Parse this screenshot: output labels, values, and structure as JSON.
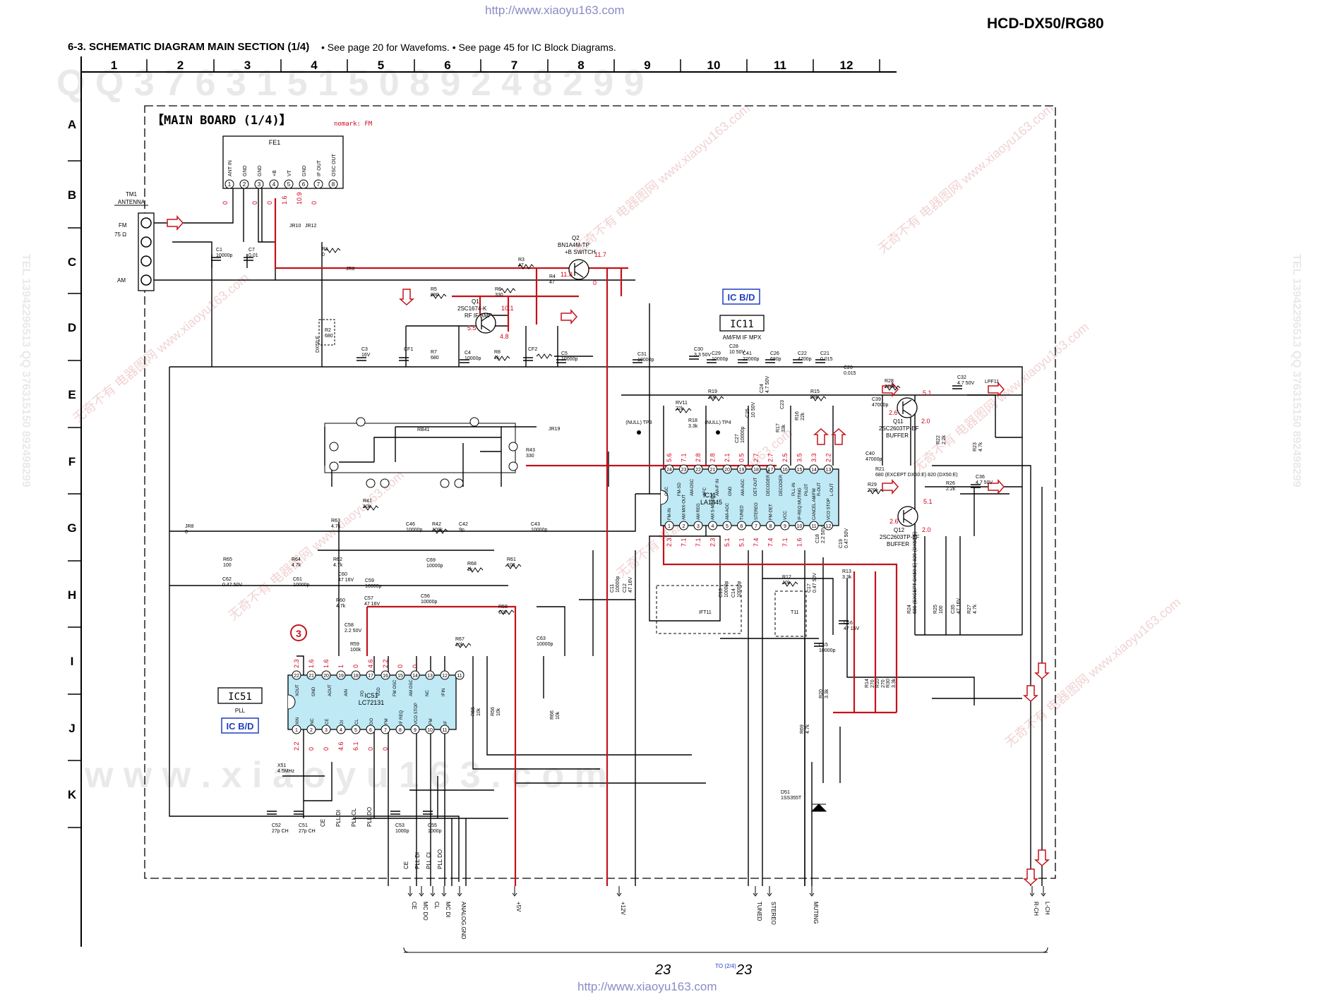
{
  "header": {
    "url_top": "http://www.xiaoyu163.com",
    "model": "HCD-DX50/RG80",
    "section_title": "6-3.   SCHEMATIC DIAGRAM MAIN SECTION (1/4)",
    "notes": "• See page 20 for Wavefoms.  • See page 45 for IC Block Diagrams."
  },
  "grid": {
    "columns": [
      "1",
      "2",
      "3",
      "4",
      "5",
      "6",
      "7",
      "8",
      "9",
      "10",
      "11",
      "12"
    ],
    "rows": [
      "A",
      "B",
      "C",
      "D",
      "E",
      "F",
      "G",
      "H",
      "I",
      "J",
      "K"
    ]
  },
  "board": {
    "title": "【MAIN BOARD (1/4)】",
    "nomark": "nomark: FM"
  },
  "fe1": {
    "ref": "FE1",
    "pins": [
      "1",
      "2",
      "3",
      "4",
      "5",
      "6",
      "7",
      "8"
    ],
    "pin_names": [
      "ANT IN",
      "GND",
      "GND",
      "+B",
      "VT",
      "GND",
      "IF OUT",
      "OSC OUT"
    ],
    "voltages": [
      "0",
      "0",
      "0",
      "1.6",
      "10.9",
      "0"
    ]
  },
  "antenna": {
    "ref": "TM1",
    "label": "ANTENNA",
    "fm": "FM",
    "ohm": "75 Ω",
    "am": "AM"
  },
  "ic11": {
    "ref": "IC11",
    "sub": "AM/FM IF MPX",
    "part": "LA1845",
    "bd": "IC B/D",
    "top_pins": [
      "24",
      "23",
      "22",
      "21",
      "20",
      "19",
      "18",
      "17",
      "16",
      "15",
      "14",
      "13"
    ],
    "bottom_pins": [
      "1",
      "2",
      "3",
      "4",
      "5",
      "6",
      "7",
      "8",
      "9",
      "10",
      "11",
      "12"
    ],
    "top_functions": [
      "OSC",
      "FM-SD",
      "AM-OSC",
      "AFC",
      "AM-IF IN",
      "GND",
      "AM-AGC",
      "DET-OUT",
      "DECODER IN",
      "DECODER",
      "PLL-IN",
      "PILOT",
      "R-OUT",
      "L-OUT"
    ],
    "bottom_functions": [
      "FM-IN",
      "AM MIX-OUT",
      "AM REG",
      "AM S-METER",
      "AM-AGC",
      "TUNED",
      "STEREO",
      "FM-DET",
      "VCC",
      "IF-REQ MUTING",
      "CANCEL AM/FM",
      "VCO STOP"
    ],
    "top_voltages": [
      "5.6",
      "7.1",
      "2.8",
      "2.8",
      "2.1",
      "0.5",
      "2.7",
      "2.7",
      "2.5",
      "3.5",
      "3.3",
      "2.2"
    ],
    "bottom_voltages": [
      "2.3",
      "7.1",
      "7.1",
      "2.3",
      "5.1",
      "5.1",
      "7.4",
      "7.4",
      "7.1",
      "1.6"
    ]
  },
  "ic51": {
    "ref": "IC51",
    "sub": "PLL",
    "part": "LC72131",
    "bd": "IC B/D",
    "marker": "3",
    "top_pins": [
      "22",
      "21",
      "20",
      "19",
      "18",
      "17",
      "16",
      "15",
      "14",
      "13",
      "12",
      "11"
    ],
    "bottom_pins": [
      "1",
      "2",
      "3",
      "4",
      "5",
      "6",
      "7",
      "8",
      "9",
      "10",
      "11"
    ],
    "top_functions": [
      "XOUT",
      "GND",
      "AOUT",
      "AIN",
      "PD",
      "VDD",
      "FM OSC",
      "AM OSC",
      "NC",
      "IFIN"
    ],
    "bottom_functions": [
      "XIN",
      "NC",
      "CE",
      "DI",
      "CL",
      "DO",
      "FM",
      "IF REQ",
      "VCO STOP",
      "FM",
      "IF"
    ],
    "top_voltages": [
      "2.3",
      "1.6",
      "1.6",
      "1",
      "0",
      "4.6",
      "2.2",
      "0",
      "0"
    ],
    "bottom_voltages": [
      "2.2",
      "0",
      "0",
      "4.6",
      "6.1",
      "0",
      "0"
    ]
  },
  "transistors": [
    {
      "ref": "Q1",
      "part": "2SC1674-K",
      "desc": "RF IF AMP",
      "v": [
        "10.1",
        "5.5",
        "4.8"
      ]
    },
    {
      "ref": "Q2",
      "part": "BN1A4M-TP",
      "desc": "+B SWITCH",
      "v": [
        "11.7",
        "11.8",
        "0"
      ]
    },
    {
      "ref": "Q11",
      "part": "2SC2603TP-EF",
      "desc": "BUFFER",
      "v": [
        "5.1",
        "2.6",
        "2.0"
      ]
    },
    {
      "ref": "Q12",
      "part": "2SC2603TP-EF",
      "desc": "BUFFER",
      "v": [
        "5.1",
        "2.6",
        "2.0"
      ]
    }
  ],
  "components": [
    {
      "ref": "C1",
      "val": "10000p"
    },
    {
      "ref": "C7",
      "val": "0.01"
    },
    {
      "ref": "R1",
      "val": "0"
    },
    {
      "ref": "JR6",
      "val": ""
    },
    {
      "ref": "JR10",
      "val": ""
    },
    {
      "ref": "JR12",
      "val": ""
    },
    {
      "ref": "R3",
      "val": "47"
    },
    {
      "ref": "R4",
      "val": "47"
    },
    {
      "ref": "R5",
      "val": "680"
    },
    {
      "ref": "R6",
      "val": "330"
    },
    {
      "ref": "R7",
      "val": "680"
    },
    {
      "ref": "R8",
      "val": "1k"
    },
    {
      "ref": "C3",
      "val": "16V"
    },
    {
      "ref": "C4",
      "val": "10000p"
    },
    {
      "ref": "C5",
      "val": "10000p"
    },
    {
      "ref": "CF1",
      "val": ""
    },
    {
      "ref": "CF2",
      "val": ""
    },
    {
      "ref": "R2",
      "val": "680"
    },
    {
      "ref": "C31",
      "val": "10000p"
    },
    {
      "ref": "C30",
      "val": "3.3 50V"
    },
    {
      "ref": "C29",
      "val": "10000p"
    },
    {
      "ref": "C28",
      "val": "10 50V"
    },
    {
      "ref": "C41",
      "val": "22000p"
    },
    {
      "ref": "C26",
      "val": "680p"
    },
    {
      "ref": "C22",
      "val": "4700p"
    },
    {
      "ref": "C21",
      "val": "0.015"
    },
    {
      "ref": "C20",
      "val": "0.015"
    },
    {
      "ref": "RV11",
      "val": "22k"
    },
    {
      "ref": "R19",
      "val": "10k"
    },
    {
      "ref": "R18",
      "val": "3.3k"
    },
    {
      "ref": "R15",
      "val": "68k"
    },
    {
      "ref": "R16",
      "val": "22k"
    },
    {
      "ref": "R17",
      "val": "33k"
    },
    {
      "ref": "C24",
      "val": "4.7 50V"
    },
    {
      "ref": "C25",
      "val": "10 50V"
    },
    {
      "ref": "C23",
      "val": ""
    },
    {
      "ref": "C27",
      "val": "10000p"
    },
    {
      "ref": "R28",
      "val": "220k"
    },
    {
      "ref": "C32",
      "val": "4.7 50V"
    },
    {
      "ref": "C39",
      "val": "47000p"
    },
    {
      "ref": "C40",
      "val": "47000p"
    },
    {
      "ref": "LPF11",
      "val": ""
    },
    {
      "ref": "R21",
      "val": "680 (EXCEPT DX50:E) 820 (DX50:E)"
    },
    {
      "ref": "R22",
      "val": "2.2k"
    },
    {
      "ref": "R23",
      "val": "4.7k"
    },
    {
      "ref": "R29",
      "val": "220k"
    },
    {
      "ref": "R26",
      "val": "2.2k"
    },
    {
      "ref": "C36",
      "val": "4.7 50V"
    },
    {
      "ref": "RB41",
      "val": ""
    },
    {
      "ref": "JR19",
      "val": ""
    },
    {
      "ref": "R43",
      "val": "330"
    },
    {
      "ref": "R41",
      "val": "10k"
    },
    {
      "ref": "R63",
      "val": "4.7k"
    },
    {
      "ref": "C46",
      "val": "10000p"
    },
    {
      "ref": "R42",
      "val": "100k"
    },
    {
      "ref": "C42",
      "val": "9p"
    },
    {
      "ref": "C43",
      "val": "10000p"
    },
    {
      "ref": "JR8",
      "val": "0"
    },
    {
      "ref": "R65",
      "val": "100"
    },
    {
      "ref": "R64",
      "val": "4.7k"
    },
    {
      "ref": "R62",
      "val": "4.7k"
    },
    {
      "ref": "C69",
      "val": "10000p"
    },
    {
      "ref": "R68",
      "val": "1k"
    },
    {
      "ref": "R61",
      "val": "100"
    },
    {
      "ref": "C62",
      "val": "0.47 50V"
    },
    {
      "ref": "C61",
      "val": "10000p"
    },
    {
      "ref": "C60",
      "val": "47 16V"
    },
    {
      "ref": "C59",
      "val": "10000p"
    },
    {
      "ref": "C56",
      "val": "10000p"
    },
    {
      "ref": "C57",
      "val": "47 16V"
    },
    {
      "ref": "R60",
      "val": "4.7k"
    },
    {
      "ref": "R58",
      "val": "100"
    },
    {
      "ref": "C58",
      "val": "2.2 50V"
    },
    {
      "ref": "R59",
      "val": "100k"
    },
    {
      "ref": "R67",
      "val": "10k"
    },
    {
      "ref": "C63",
      "val": "10000p"
    },
    {
      "ref": "R55",
      "val": "10k"
    },
    {
      "ref": "R56",
      "val": "10k"
    },
    {
      "ref": "R66",
      "val": "10k"
    },
    {
      "ref": "X51",
      "val": "4.5MHz"
    },
    {
      "ref": "C52",
      "val": "27p CH"
    },
    {
      "ref": "C51",
      "val": "27p CH"
    },
    {
      "ref": "C53",
      "val": "1000p"
    },
    {
      "ref": "C55",
      "val": "1000p"
    },
    {
      "ref": "C11",
      "val": "10000p"
    },
    {
      "ref": "C12",
      "val": "47 16V"
    },
    {
      "ref": "C13",
      "val": "10000p"
    },
    {
      "ref": "C14",
      "val": "10000p"
    },
    {
      "ref": "IFT11",
      "val": ""
    },
    {
      "ref": "R12",
      "val": "10k"
    },
    {
      "ref": "T11",
      "val": ""
    },
    {
      "ref": "C17",
      "val": "0.47 50V"
    },
    {
      "ref": "C18",
      "val": "2.2 50V"
    },
    {
      "ref": "C19",
      "val": "0.47 50V"
    },
    {
      "ref": "R13",
      "val": "3.3k"
    },
    {
      "ref": "C16",
      "val": "47 16V"
    },
    {
      "ref": "C15",
      "val": "10000p"
    },
    {
      "ref": "R20",
      "val": "3.3k"
    },
    {
      "ref": "R14",
      "val": "270"
    },
    {
      "ref": "R10",
      "val": "270"
    },
    {
      "ref": "R30",
      "val": "3.3k"
    },
    {
      "ref": "R69",
      "val": "4.7k"
    },
    {
      "ref": "D51",
      "val": "1SS355T"
    },
    {
      "ref": "R24",
      "val": "680 (EXCEPT DX50:E) 820 (DX50:E)"
    },
    {
      "ref": "R25",
      "val": "100"
    },
    {
      "ref": "C35",
      "val": "47 16V"
    },
    {
      "ref": "R27",
      "val": "4.7k"
    }
  ],
  "test_points": [
    "(NULL) TP3",
    "(NULL) TP4"
  ],
  "ic51_bus_labels": [
    "CE",
    "PLL DI",
    "PLL CL",
    "PLL DO"
  ],
  "bottom_bus_labels": [
    "CE",
    "PLL DI",
    "PLL CL",
    "PLL DO"
  ],
  "connector_labels": [
    "CE",
    "MC DO",
    "CL",
    "MC DI",
    "ANALOG.GND",
    "+5V",
    "+12V",
    "TUNED",
    "STEREO",
    "MUTING",
    "R-CH",
    "L-CH"
  ],
  "footer": {
    "to": "TO (2/4)",
    "page_left": "23",
    "page_right": "23",
    "url_bottom": "http://www.xiaoyu163.com"
  },
  "colors": {
    "ink": "#000000",
    "voltage_red": "#d0021b",
    "ic_fill": "#bfe9f5",
    "ic_bd_blue": "#1f3fbf",
    "watermark": "#e9e9e9",
    "url": "#8a8ac8"
  },
  "watermarks": {
    "row_top": "Q Q 3 7 6 3 1 5 1 5 0   8 9 2 4 8 2 9 9",
    "row_bottom": "w w w . x i a o y u 1 6 3 . c o m",
    "side_left": "TEL 13942296513  QQ 376315150  892498299",
    "side_right": "TEL 13942296513  QQ 376315150  892498299",
    "chinese": "无奇不有 电器图网 www.xiaoyu163.com"
  }
}
